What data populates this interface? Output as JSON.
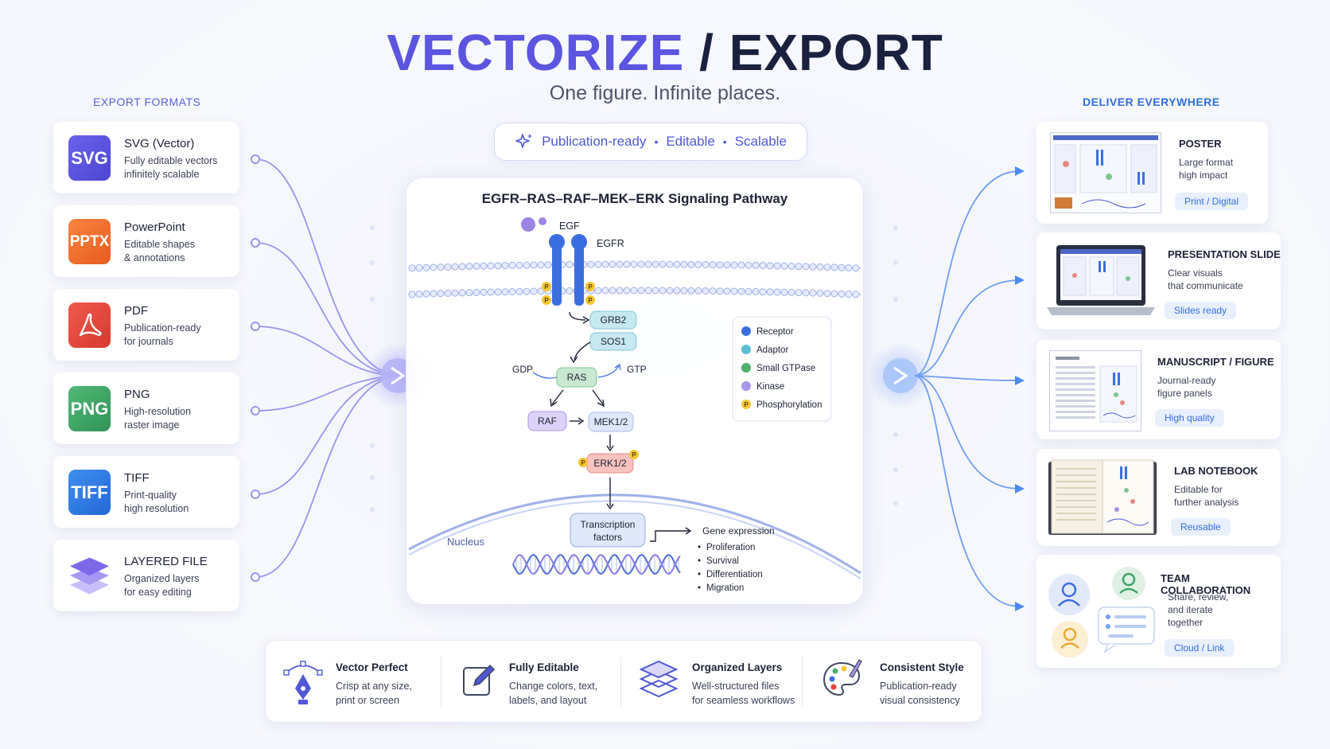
{
  "header": {
    "title_part1": "VECTORIZE",
    "title_sep": " / ",
    "title_part2": "EXPORT",
    "subtitle": "One figure. Infinite places.",
    "pill": {
      "items": [
        "Publication-ready",
        "Editable",
        "Scalable"
      ],
      "separator": "•"
    }
  },
  "left_section_label": "EXPORT FORMATS",
  "right_section_label": "DELIVER EVERYWHERE",
  "formats": [
    {
      "badge": "SVG",
      "title": "SVG (Vector)",
      "desc": "Fully editable vectors\ninfinitely scalable",
      "color": "#5b55e0"
    },
    {
      "badge": "PPTX",
      "title": "PowerPoint",
      "desc": "Editable shapes\n& annotations",
      "color": "#f26a2c"
    },
    {
      "badge": "",
      "title": "PDF",
      "desc": "Publication-ready\nfor journals",
      "color": "#e0453f",
      "icon": "pdf-acrobat-icon"
    },
    {
      "badge": "PNG",
      "title": "PNG",
      "desc": "High-resolution\nraster image",
      "color": "#3fa365"
    },
    {
      "badge": "TIFF",
      "title": "TIFF",
      "desc": "Print-quality\nhigh resolution",
      "color": "#2f7de6"
    },
    {
      "badge": "",
      "title": "LAYERED FILE",
      "desc": "Organized layers\nfor easy editing",
      "color": "#8f7cf0",
      "icon": "layers-icon"
    }
  ],
  "destinations": [
    {
      "title": "POSTER",
      "desc": "Large format\nhigh impact",
      "tag": "Print / Digital",
      "thumb": "poster-thumbnail-icon"
    },
    {
      "title": "PRESENTATION SLIDE",
      "desc": "Clear visuals\nthat communicate",
      "tag": "Slides ready",
      "thumb": "laptop-icon"
    },
    {
      "title": "MANUSCRIPT / FIGURE",
      "desc": "Journal-ready\nfigure panels",
      "tag": "High quality",
      "thumb": "manuscript-page-icon"
    },
    {
      "title": "LAB NOTEBOOK",
      "desc": "Editable for\nfurther analysis",
      "tag": "Reusable",
      "thumb": "notebook-icon"
    },
    {
      "title": "TEAM COLLABORATION",
      "desc": "Share, review,\nand iterate\ntogether",
      "tag": "Cloud / Link",
      "thumb": "team-avatars-icon"
    }
  ],
  "diagram": {
    "title": "EGFR–RAS–RAF–MEK–ERK Signaling Pathway",
    "labels": {
      "egf": "EGF",
      "egfr": "EGFR",
      "grb2": "GRB2",
      "sos1": "SOS1",
      "gdp": "GDP",
      "gtp": "GTP",
      "ras": "RAS",
      "raf": "RAF",
      "mek": "MEK1/2",
      "erk": "ERK1/2",
      "tf": "Transcription\nfactors",
      "nucleus": "Nucleus",
      "phospho": "P",
      "gene_expression": "Gene expression"
    },
    "gene_list": [
      "Proliferation",
      "Survival",
      "Differentiation",
      "Migration"
    ],
    "legend": [
      {
        "label": "Receptor",
        "color": "#3b6fe0"
      },
      {
        "label": "Adaptor",
        "color": "#5bbcd6"
      },
      {
        "label": "Small GTPase",
        "color": "#4caf6a"
      },
      {
        "label": "Kinase",
        "color": "#a995ea"
      },
      {
        "label": "Phosphorylation",
        "color": "#f6c531",
        "symbol": "P"
      }
    ],
    "colors": {
      "receptor": "#3b6fe0",
      "adaptor": "#bfe5ef",
      "gtpase": "#bfe6c9",
      "kinase": "#ddd3fa",
      "erk": "#f8c2bd",
      "phospho": "#f6c531"
    }
  },
  "features": [
    {
      "title": "Vector Perfect",
      "desc": "Crisp at any size,\nprint or screen",
      "icon": "pen-nib-icon"
    },
    {
      "title": "Fully Editable",
      "desc": "Change colors, text,\nlabels, and layout",
      "icon": "edit-pencil-icon"
    },
    {
      "title": "Organized Layers",
      "desc": "Well-structured files\nfor seamless workflows",
      "icon": "layers-icon"
    },
    {
      "title": "Consistent Style",
      "desc": "Publication-ready\nvisual consistency",
      "icon": "palette-icon"
    }
  ]
}
